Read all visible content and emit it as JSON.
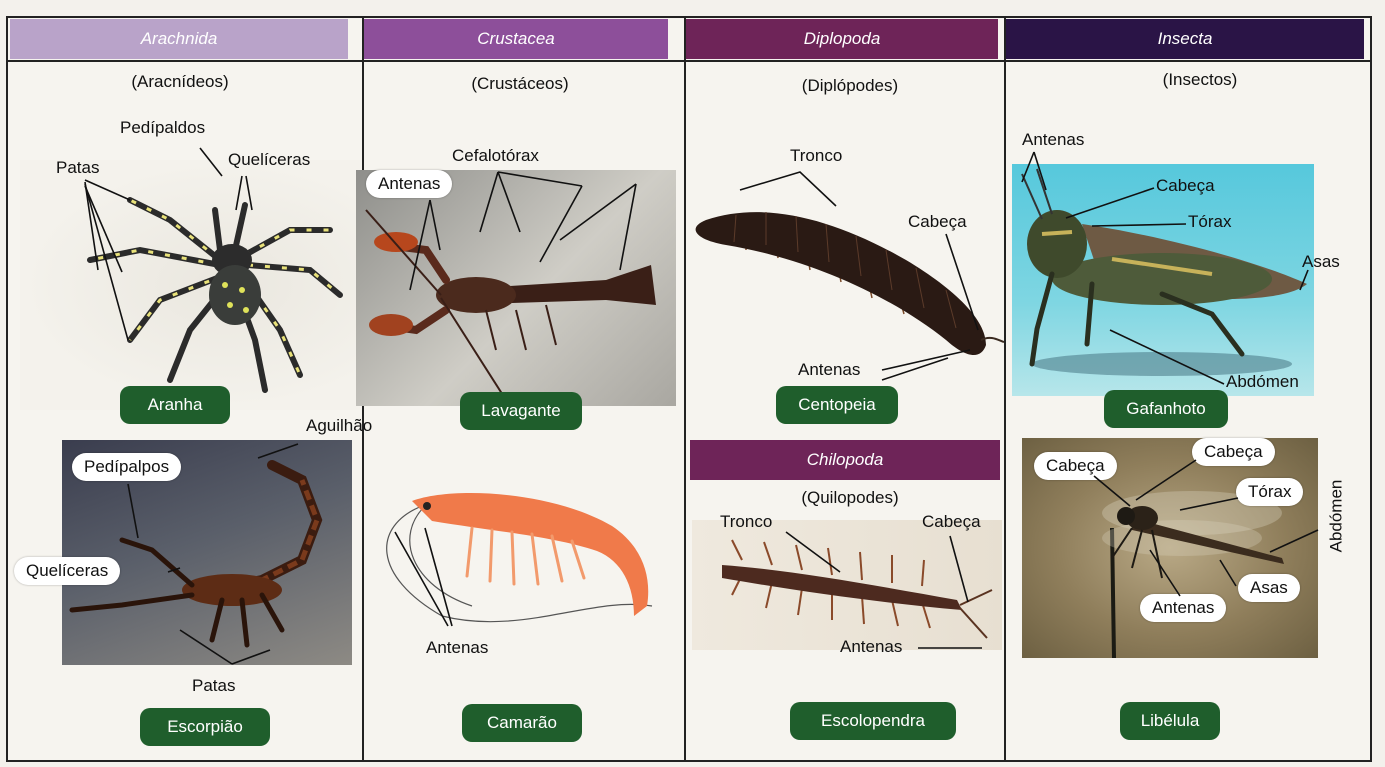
{
  "columns": [
    {
      "header": "Arachnida",
      "subtitle": "(Aracnídeos)"
    },
    {
      "header": "Crustacea",
      "subtitle": "(Crustáceos)"
    },
    {
      "header": "Diplopoda",
      "subtitle": "(Diplópodes)"
    },
    {
      "header": "Insecta",
      "subtitle": "(Insectos)"
    }
  ],
  "chilopoda": {
    "header": "Chilopoda",
    "subtitle": "(Quilopodes)"
  },
  "badges": {
    "aranha": "Aranha",
    "escorpiao": "Escorpião",
    "lavagante": "Lavagante",
    "camarao": "Camarão",
    "centopeia": "Centopeia",
    "escolopendra": "Escolopendra",
    "gafanhoto": "Gafanhoto",
    "libelula": "Libélula"
  },
  "labels": {
    "spider": {
      "pedipaldos": "Pedípaldos",
      "patas": "Patas",
      "queliceras": "Quelíceras"
    },
    "scorpion": {
      "aguilhao": "Aguilhão",
      "pedipalpos": "Pedípalpos",
      "queliceras": "Quelíceras",
      "patas": "Patas"
    },
    "lobster": {
      "cefalotorax": "Cefalotórax",
      "antenas": "Antenas"
    },
    "shrimp": {
      "antenas": "Antenas"
    },
    "millipede": {
      "tronco": "Tronco",
      "cabeca": "Cabeça",
      "antenas": "Antenas"
    },
    "centipede": {
      "tronco": "Tronco",
      "cabeca": "Cabeça",
      "antenas": "Antenas"
    },
    "grasshopper": {
      "antenas": "Antenas",
      "cabeca": "Cabeça",
      "torax": "Tórax",
      "asas": "Asas",
      "abdomen": "Abdómen"
    },
    "dragonfly": {
      "cabeca_left": "Cabeça",
      "cabeca_right": "Cabeça",
      "torax": "Tórax",
      "antenas": "Antenas",
      "asas": "Asas",
      "abdomen": "Abdómen"
    }
  },
  "colors": {
    "arachnida_header": "#b9a3c9",
    "crustacea_header": "#8d4f9a",
    "diplopoda_header": "#6e2458",
    "insecta_header": "#2a1446",
    "badge": "#1f5e2c"
  }
}
